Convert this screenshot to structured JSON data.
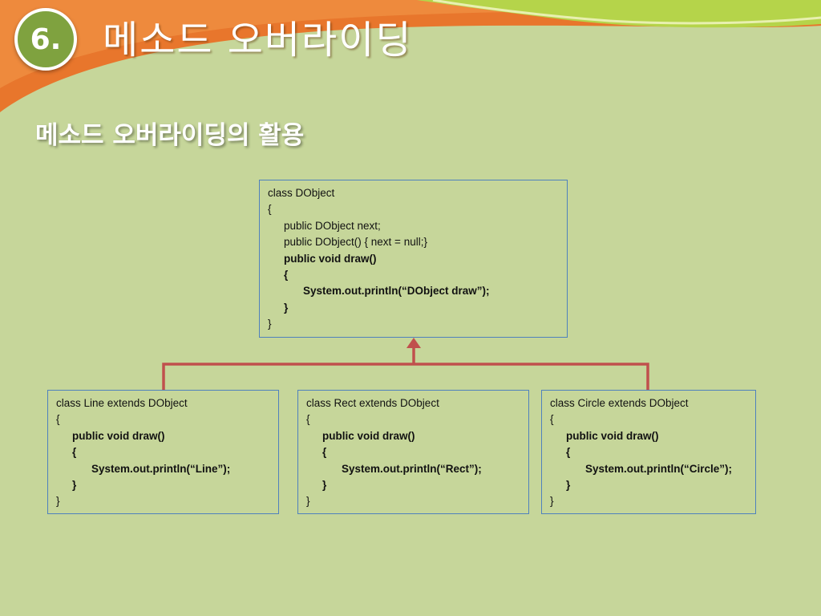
{
  "header": {
    "number": "6.",
    "title": "메소드 오버라이딩"
  },
  "subtitle": "메소드 오버라이딩의 활용",
  "parent_class": {
    "lines": [
      "class DObject",
      "{",
      "public DObject next;",
      "public DObject() { next = null;}",
      "public void draw()",
      "{",
      "System.out.println(“DObject draw”);",
      "}",
      "}"
    ]
  },
  "child_classes": [
    {
      "lines": [
        "class Line extends DObject",
        "{",
        "public void draw()",
        "{",
        "System.out.println(“Line”);",
        "}",
        "}"
      ]
    },
    {
      "lines": [
        "class Rect extends DObject",
        "{",
        "public void draw()",
        "{",
        "System.out.println(“Rect”);",
        "}",
        "}"
      ]
    },
    {
      "lines": [
        "class Circle extends DObject",
        "{",
        "public void draw()",
        "{",
        "System.out.println(“Circle”);",
        "}",
        "}"
      ]
    }
  ],
  "colors": {
    "background": "#c6d69a",
    "banner_orange": "#e8762c",
    "banner_green": "#b5d44a",
    "badge_green": "#7fa23f",
    "box_border": "#4f81bd",
    "connector": "#c0504d"
  }
}
